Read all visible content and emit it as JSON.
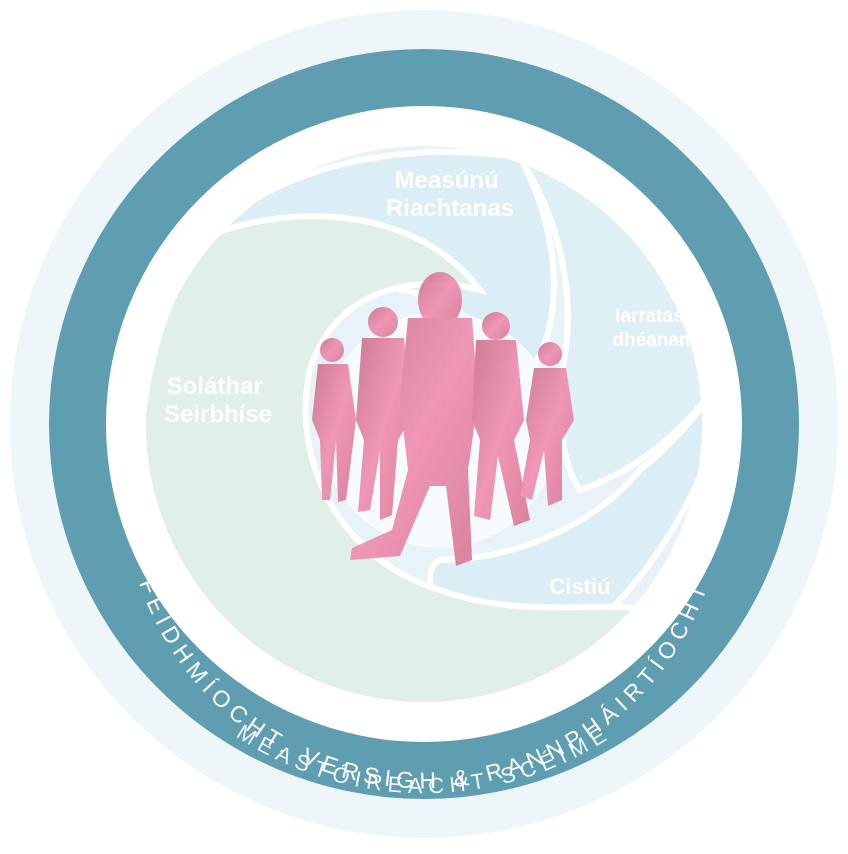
{
  "outer_ring": {
    "label": "MEASTÓIREACHT SCÉIME",
    "color": "#eef6f9"
  },
  "middle_ring": {
    "label": "FEIDHMÍOCHT, VERSIGH & RANNPHÁIRTÍOCHT",
    "color": "#5f9db0"
  },
  "segments": {
    "needs_assessment": {
      "line1": "Measúnú",
      "line2": "Riachtanas",
      "color": "#dceef5"
    },
    "application": {
      "line1": "Iarratas a",
      "line2": "dhéanamh",
      "color": "#deeff6"
    },
    "funding": {
      "label": "Cistiú",
      "color": "#dbedf5"
    },
    "service_provision": {
      "line1": "Soláthar",
      "line2": "Seirbhíse",
      "color": "#e0efe8"
    }
  },
  "center": {
    "figure_color": "#ee8faa",
    "figure_count": 5
  }
}
